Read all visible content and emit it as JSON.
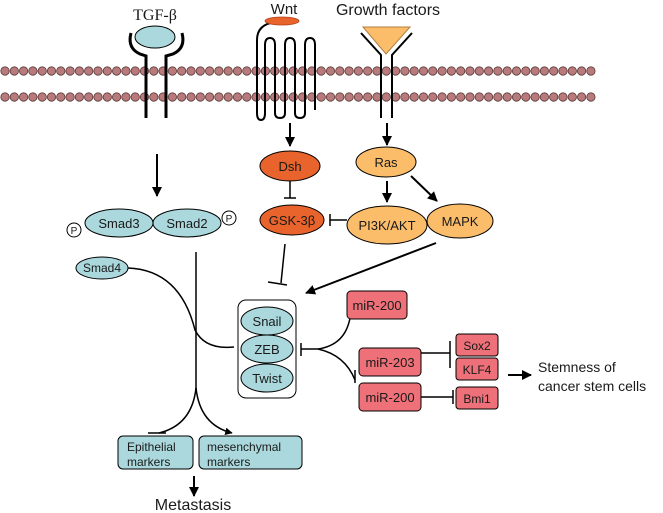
{
  "colors": {
    "membrane_bead": "#b87a7a",
    "membrane_bead_stroke": "#5a3a3a",
    "teal": "#aad8dc",
    "wnt_orange": "#e8642c",
    "gf_orange": "#fbbd6a",
    "mir_red": "#ee7078",
    "line": "#000000"
  },
  "ligands": {
    "tgf": "TGF-β",
    "wnt": "Wnt",
    "growth": "Growth factors"
  },
  "nodes": {
    "dsh": "Dsh",
    "gsk": "GSK-3β",
    "ras": "Ras",
    "pi3k": "PI3K/AKT",
    "mapk": "MAPK",
    "smad3": "Smad3",
    "smad2": "Smad2",
    "smad4": "Smad4",
    "phospho": "P",
    "snail": "Snail",
    "zeb": "ZEB",
    "twist": "Twist",
    "mir200a": "miR-200",
    "mir203": "miR-203",
    "mir200b": "miR-200",
    "sox2": "Sox2",
    "klf4": "KLF4",
    "bmi1": "Bmi1",
    "epi1": "Epithelial",
    "epi2": "markers",
    "mes1": "mesenchymal",
    "mes2": "markers",
    "stem1": "Stemness of",
    "stem2": "cancer stem cells",
    "metastasis": "Metastasis"
  }
}
